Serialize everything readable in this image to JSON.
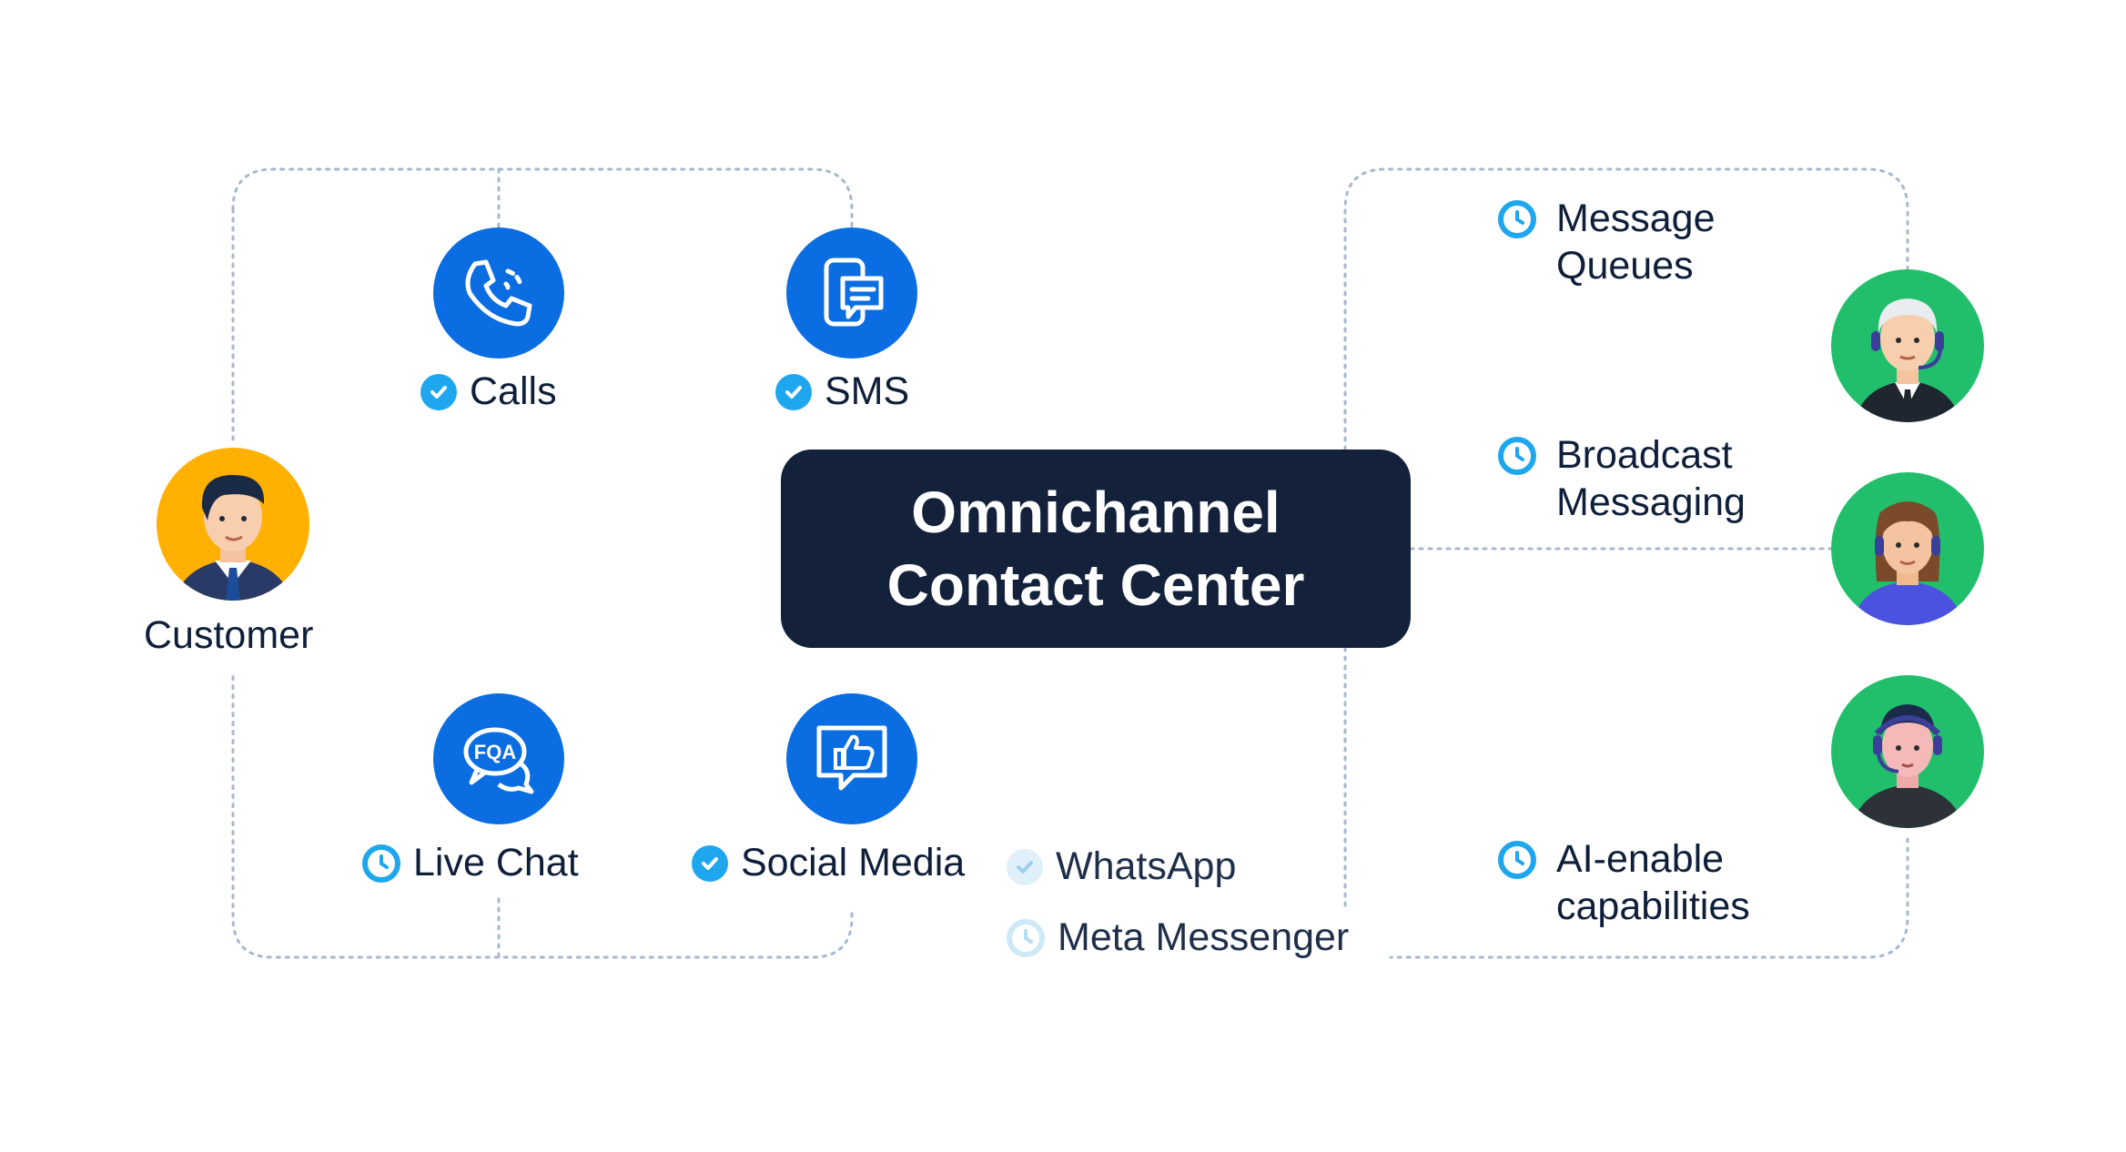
{
  "center": {
    "line1": "Omnichannel",
    "line2": "Contact Center"
  },
  "customer": {
    "label": "Customer"
  },
  "channels": {
    "calls": {
      "label": "Calls",
      "status": "check"
    },
    "sms": {
      "label": "SMS",
      "status": "check"
    },
    "live_chat": {
      "label": "Live Chat",
      "status": "clock",
      "icon_text": "FQA"
    },
    "social_media": {
      "label": "Social Media",
      "status": "check"
    },
    "whatsapp": {
      "label": "WhatsApp",
      "status": "check-faded"
    },
    "meta_messenger": {
      "label": "Meta Messenger",
      "status": "clock-faded"
    }
  },
  "features": {
    "message_queues": {
      "line1": "Message",
      "line2": "Queues"
    },
    "broadcast": {
      "line1": "Broadcast",
      "line2": "Messaging"
    },
    "ai": {
      "line1": "AI-enable",
      "line2": "capabilities"
    }
  },
  "colors": {
    "channel_blue": "#0a6de1",
    "badge_blue": "#1ea7ee",
    "center_bg": "#14213b",
    "agent_green": "#21bf6b",
    "customer_yellow": "#ffb000",
    "dotted_line": "#a9b7cc"
  },
  "icons": [
    "phone-icon",
    "sms-icon",
    "faq-chat-icon",
    "thumbs-up-icon",
    "check-icon",
    "clock-icon"
  ]
}
